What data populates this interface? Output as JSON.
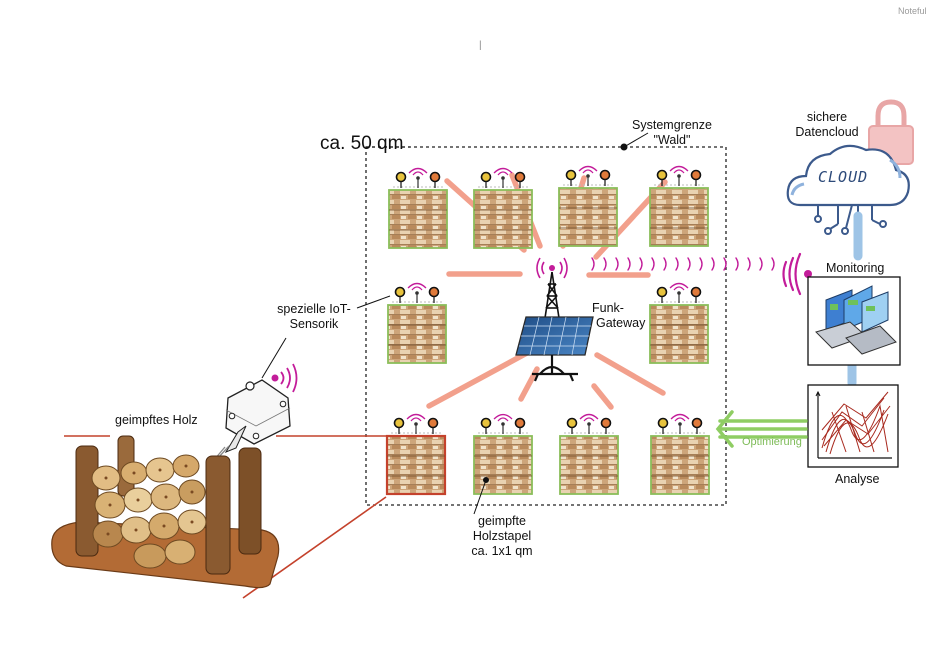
{
  "app": {
    "brand": "Noteful"
  },
  "labels": {
    "area": "ca. 50 qm",
    "boundary_line1": "Systemgrenze",
    "boundary_line2": "\"Wald\"",
    "cloud_line1": "sichere",
    "cloud_line2": "Datencloud",
    "cloud_word": "CLOUD",
    "monitoring": "Monitoring",
    "gateway_line1": "Funk-",
    "gateway_line2": "Gateway",
    "sensor_line1": "spezielle IoT-",
    "sensor_line2": "Sensorik",
    "wood": "geimpftes Holz",
    "stack_line1": "geimpfte",
    "stack_line2": "Holzstapel",
    "stack_line3": "ca. 1x1 qm",
    "optimization": "Optimierung",
    "analysis": "Analyse"
  },
  "colors": {
    "link": "#f2a08c",
    "signal": "#c31c9a",
    "highlight_stack": "#c4422c",
    "stack_frame": "#8bbd5a",
    "optimization_arrow": "#8fcd63",
    "pipe": "#9ec4e6",
    "lock": "#e8a6a6"
  },
  "icons": [
    "radio-tower-icon",
    "solar-panel-icon",
    "sensor-box-icon",
    "cloud-icon",
    "lock-icon",
    "laptop-monitoring-icon",
    "analysis-chart-icon",
    "firewood-pile-icon",
    "wood-stack-icon",
    "sensor-node-icon"
  ]
}
